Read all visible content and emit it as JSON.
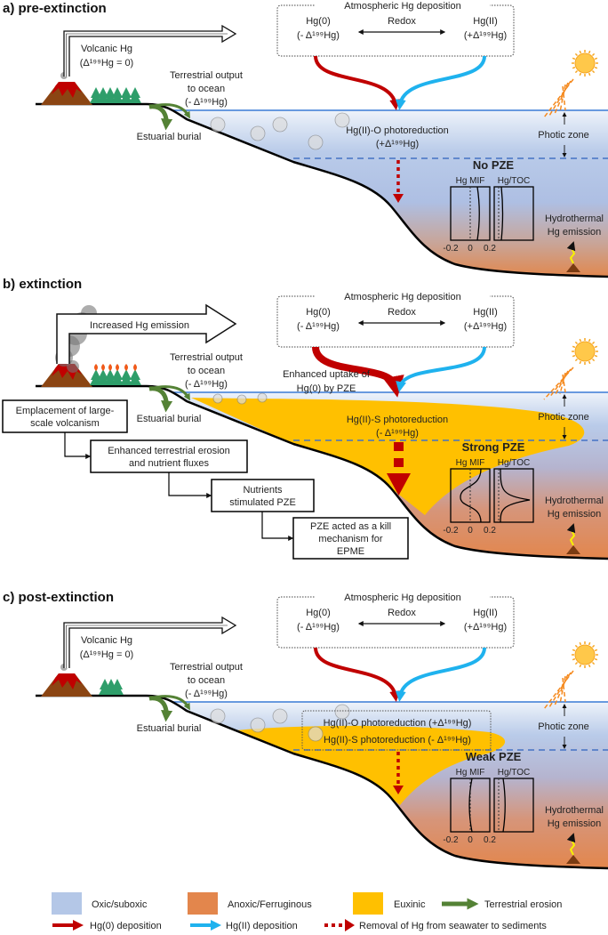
{
  "colors": {
    "oxic": "#b4c7e7",
    "anoxic": "#e3864c",
    "euxinic": "#ffc000",
    "hg0": "#c00000",
    "hg2": "#1fb2ee",
    "terrestrial": "#548235",
    "blue_text": "#2e86d9",
    "red_text": "#e02020"
  },
  "panels": [
    {
      "label": "a) pre-extinction",
      "emission": "",
      "volcanic": [
        "Volcanic Hg",
        "(Δ¹⁹⁹Hg = 0)"
      ],
      "terrestrial": [
        "Terrestrial output",
        "to ocean",
        "(- Δ¹⁹⁹Hg)"
      ],
      "estuarial": "Estuarial burial",
      "atmos": {
        "title": "Atmospheric Hg deposition",
        "hg0": "Hg(0)",
        "hg0_sub": "(- Δ¹⁹⁹Hg)",
        "redox": "Redox",
        "hg2": "Hg(II)",
        "hg2_sub": "(+Δ¹⁹⁹Hg)"
      },
      "enhanced": [],
      "photoreduction": [
        {
          "text": "Hg(II)-O photoreduction",
          "color": "blue"
        },
        {
          "text": "(+Δ¹⁹⁹Hg)",
          "color": "blue"
        }
      ],
      "photic": "Photic zone",
      "pze": "No PZE",
      "pze_level": "none",
      "plot": {
        "mif_label": "Hg MIF",
        "toc_label": "Hg/TOC",
        "ticks": [
          "-0.2",
          "0",
          "0.2"
        ]
      },
      "hydrothermal": [
        "Hydrothermal",
        "Hg emission"
      ],
      "flow": []
    },
    {
      "label": "b) extinction",
      "emission": "Increased Hg emission",
      "volcanic": [],
      "terrestrial": [
        "Terrestrial output",
        "to ocean",
        "(- Δ¹⁹⁹Hg)"
      ],
      "estuarial": "Estuarial burial",
      "atmos": {
        "title": "Atmospheric Hg deposition",
        "hg0": "Hg(0)",
        "hg0_sub": "(- Δ¹⁹⁹Hg)",
        "redox": "Redox",
        "hg2": "Hg(II)",
        "hg2_sub": "(+Δ¹⁹⁹Hg)"
      },
      "enhanced": [
        "Enhanced uptake of",
        "Hg(0) by PZE"
      ],
      "photoreduction": [
        {
          "text": "Hg(II)-S photoreduction",
          "color": "red"
        },
        {
          "text": "(- Δ¹⁹⁹Hg)",
          "color": "red"
        }
      ],
      "photic": "Photic zone",
      "pze": "Strong PZE",
      "pze_level": "strong",
      "plot": {
        "mif_label": "Hg MIF",
        "toc_label": "Hg/TOC",
        "ticks": [
          "-0.2",
          "0",
          "0.2"
        ]
      },
      "hydrothermal": [
        "Hydrothermal",
        "Hg emission"
      ],
      "flow": [
        [
          "Emplacement of large-",
          "scale volcanism"
        ],
        [
          "Enhanced terrestrial erosion",
          "and nutrient fluxes"
        ],
        [
          "Nutrients",
          "stimulated PZE"
        ],
        [
          "PZE acted as a kill",
          "mechanism for",
          "EPME"
        ]
      ]
    },
    {
      "label": "c) post-extinction",
      "emission": "",
      "volcanic": [
        "Volcanic Hg",
        "(Δ¹⁹⁹Hg = 0)"
      ],
      "terrestrial": [
        "Terrestrial output",
        "to ocean",
        "(- Δ¹⁹⁹Hg)"
      ],
      "estuarial": "Estuarial burial",
      "atmos": {
        "title": "Atmospheric Hg deposition",
        "hg0": "Hg(0)",
        "hg0_sub": "(- Δ¹⁹⁹Hg)",
        "redox": "Redox",
        "hg2": "Hg(II)",
        "hg2_sub": "(+Δ¹⁹⁹Hg)"
      },
      "enhanced": [],
      "photoreduction": [
        {
          "text": "Hg(II)-O photoreduction (+Δ¹⁹⁹Hg)",
          "color": "blue"
        },
        {
          "text": "Hg(II)-S photoreduction (- Δ¹⁹⁹Hg)",
          "color": "red"
        }
      ],
      "photic": "Photic zone",
      "pze": "Weak PZE",
      "pze_level": "weak",
      "plot": {
        "mif_label": "Hg MIF",
        "toc_label": "Hg/TOC",
        "ticks": [
          "-0.2",
          "0",
          "0.2"
        ]
      },
      "hydrothermal": [
        "Hydrothermal",
        "Hg emission"
      ],
      "flow": []
    }
  ],
  "legend": {
    "oxic": "Oxic/suboxic",
    "anoxic": "Anoxic/Ferruginous",
    "euxinic": "Euxinic",
    "terrestrial": "Terrestrial erosion",
    "hg0": "Hg(0) deposition",
    "hg2": "Hg(II) deposition",
    "removal": "Removal of Hg from seawater to sediments"
  }
}
